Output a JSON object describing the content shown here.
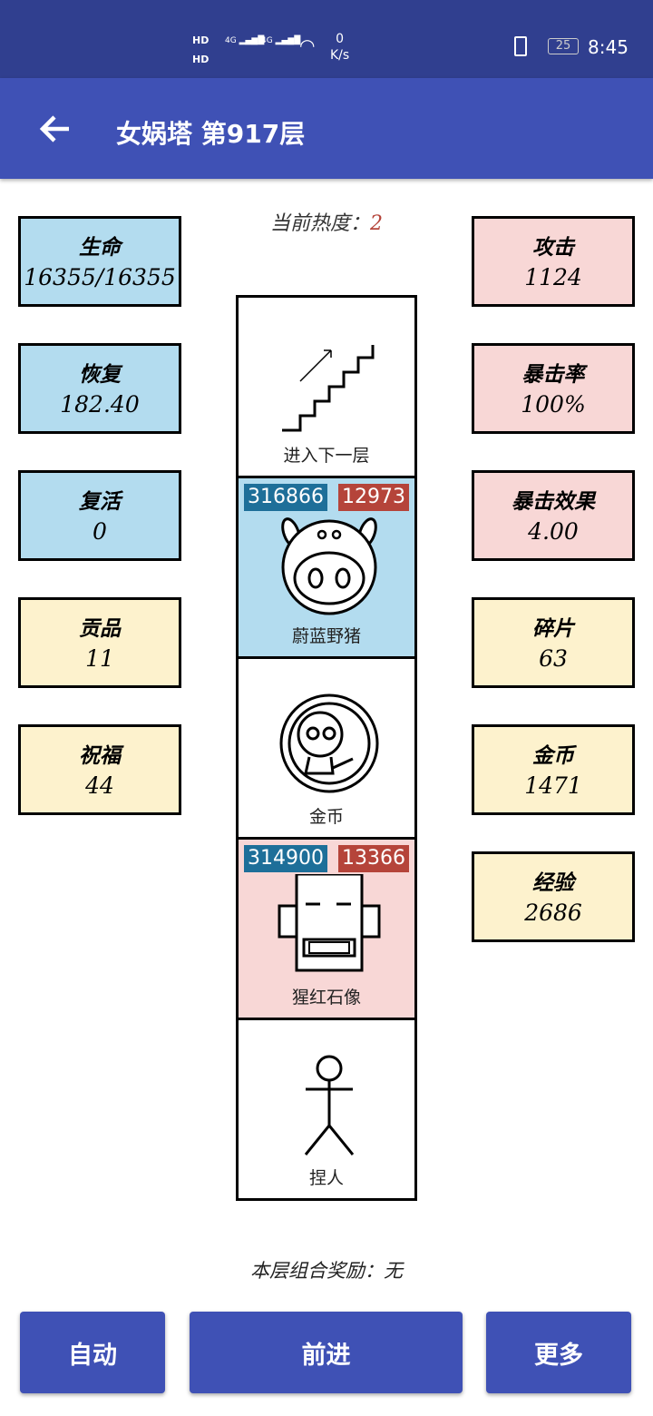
{
  "status_bar": {
    "hd1": "HD",
    "hd2": "HD",
    "net1": "4G",
    "net2": "4G",
    "speed_value": "0",
    "speed_unit": "K/s",
    "battery": "25",
    "time": "8:45"
  },
  "app_bar": {
    "title": "女娲塔 第917层"
  },
  "heat": {
    "label": "当前热度：",
    "value": "2"
  },
  "left_stats": [
    {
      "label": "生命",
      "value": "16355/16355",
      "color": "blue"
    },
    {
      "label": "恢复",
      "value": "182.40",
      "color": "blue"
    },
    {
      "label": "复活",
      "value": "0",
      "color": "blue"
    },
    {
      "label": "贡品",
      "value": "11",
      "color": "yellow"
    },
    {
      "label": "祝福",
      "value": "44",
      "color": "yellow"
    }
  ],
  "right_stats": [
    {
      "label": "攻击",
      "value": "1124",
      "color": "pink"
    },
    {
      "label": "暴击率",
      "value": "100%",
      "color": "pink"
    },
    {
      "label": "暴击效果",
      "value": "4.00",
      "color": "pink"
    },
    {
      "label": "碎片",
      "value": "63",
      "color": "yellow"
    },
    {
      "label": "金币",
      "value": "1471",
      "color": "yellow"
    },
    {
      "label": "经验",
      "value": "2686",
      "color": "yellow"
    }
  ],
  "tower": [
    {
      "name": "进入下一层",
      "icon": "stairs-icon"
    },
    {
      "name": "蔚蓝野猪",
      "icon": "boar-icon",
      "hp": "316866",
      "atk": "12973",
      "bg": "#b3dcef"
    },
    {
      "name": "金币",
      "icon": "coin-icon"
    },
    {
      "name": "猩红石像",
      "icon": "statue-icon",
      "hp": "314900",
      "atk": "13366",
      "bg": "#f8d7d6"
    },
    {
      "name": "捏人",
      "icon": "stick-figure-icon"
    }
  ],
  "reward": {
    "label": "本层组合奖励：",
    "value": "无"
  },
  "buttons": {
    "auto": "自动",
    "forward": "前进",
    "more": "更多"
  }
}
